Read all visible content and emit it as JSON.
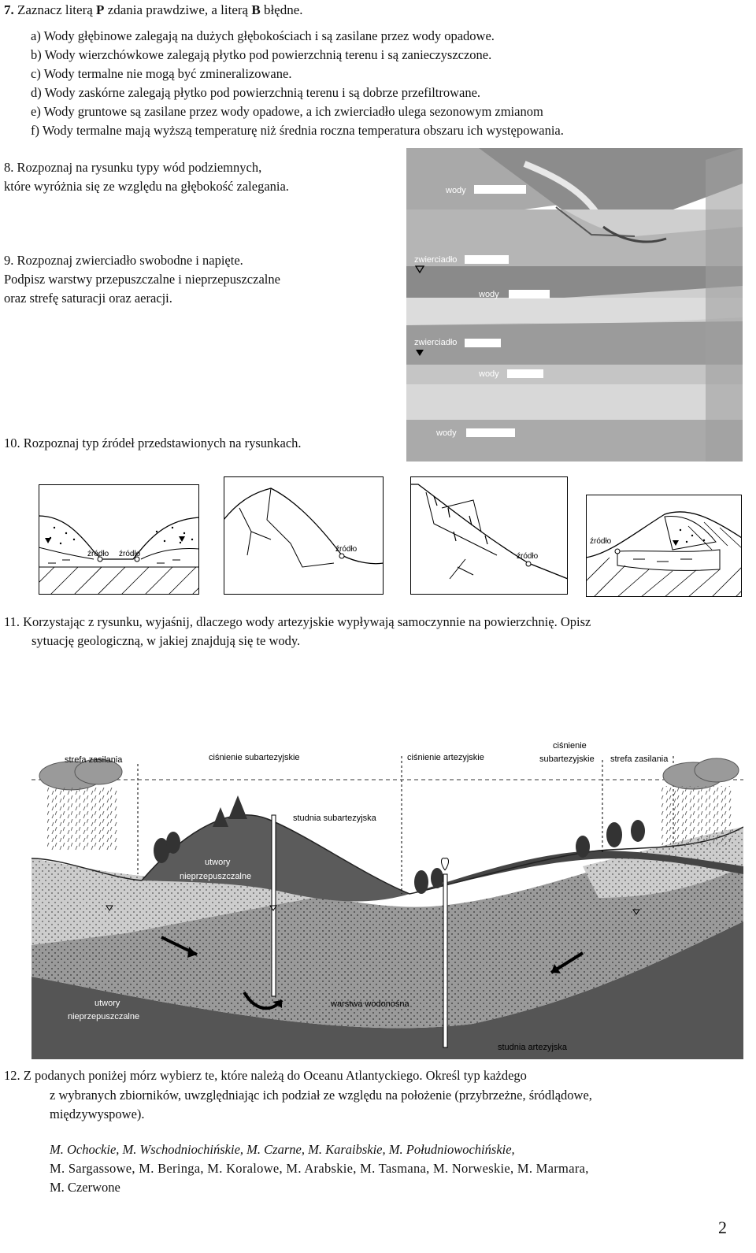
{
  "q7": {
    "title_num": "7.",
    "title_pre": " Zaznacz literą ",
    "title_p": "P",
    "title_mid": " zdania prawdziwe, a literą ",
    "title_b": "B",
    "title_post": " błędne.",
    "items": [
      "a) Wody głębinowe zalegają na dużych głębokościach i są zasilane przez wody opadowe.",
      "b) Wody wierzchówkowe zalegają płytko pod powierzchnią terenu i są zanieczyszczone.",
      "c) Wody termalne nie mogą być zmineralizowane.",
      "d) Wody zaskórne zalegają płytko pod powierzchnią terenu i są dobrze przefiltrowane.",
      "e) Wody gruntowe są zasilane przez wody opadowe, a ich zwierciadło ulega sezonowym zmianom",
      "f) Wody termalne mają wyższą temperaturę niż średnia roczna temperatura obszaru ich występowania."
    ]
  },
  "q8": {
    "line1": "8. Rozpoznaj na rysunku typy wód podziemnych,",
    "line2": "które wyróżnia się ze względu na głębokość zalegania."
  },
  "q9": {
    "line1": "9. Rozpoznaj zwierciadło swobodne i napięte.",
    "line2": "Podpisz warstwy przepuszczalne i nieprzepuszczalne",
    "line3": "oraz strefę saturacji oraz aeracji."
  },
  "block_diagram": {
    "label_wody": "wody",
    "label_zwierciadlo": "zwierciadło"
  },
  "q10": {
    "line1": "10. Rozpoznaj typ źródeł przedstawionych na rysunkach.",
    "label_zrodlo": "źródło"
  },
  "q11": {
    "line1": "11. Korzystając z rysunku, wyjaśnij, dlaczego wody artezyjskie wypływają samoczynnie na powierzchnię.  Opisz",
    "line2": "sytuację geologiczną, w jakiej znajdują się te wody."
  },
  "artesian": {
    "strefa_zasilania": "strefa zasilania",
    "cisnienie_subartezyjskie": "ciśnienie subartezyjskie",
    "cisnienie_artezyjskie": "ciśnienie artezyjskie",
    "cisnienie": "ciśnienie",
    "subartezyjskie": "subartezyjskie",
    "studnia_subartezyjska": "studnia subartezyjska",
    "utwory": "utwory",
    "nieprzepuszczalne": "nieprzepuszczalne",
    "warstwa_wodonosna": "warstwa wodonośna",
    "studnia_artezyjska": "studnia artezyjska"
  },
  "q12": {
    "line1": "12. Z podanych poniżej mórz wybierz te, które należą do Oceanu Atlantyckiego. Określ typ każdego",
    "line2": "z wybranych zbiorników, uwzględniając ich podział ze względu na położenie (przybrzeżne, śródlądowe,",
    "line3": "międzywyspowe).",
    "seas1": "M. Ochockie, M. Wschodniochińskie, M. Czarne, M. Karaibskie, M. Południowochińskie,",
    "seas2": "M. Sargassowe, M. Beringa, M. Koralowe, M. Arabskie, M. Tasmana, M. Norweskie, M. Marmara,",
    "seas3": "M. Czerwone"
  },
  "page_number": "2"
}
